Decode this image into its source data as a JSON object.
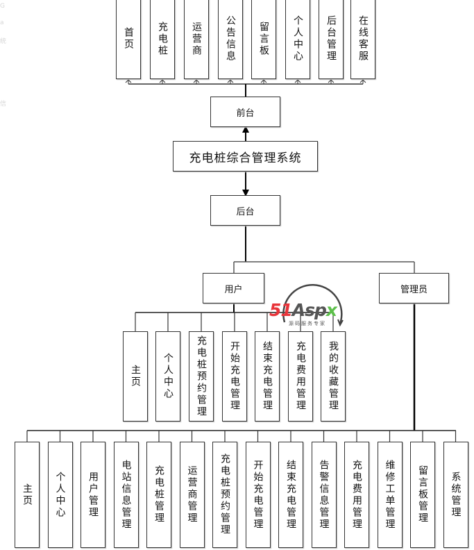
{
  "diagram": {
    "title": "充电桩综合管理系统",
    "front": {
      "label": "前台",
      "children": [
        "首页",
        "充电桩",
        "运营商",
        "公告信息",
        "留言板",
        "个人中心",
        "后台管理",
        "在线客服"
      ]
    },
    "back": {
      "label": "后台",
      "roles": [
        {
          "label": "用户",
          "children": [
            "主页",
            "个人中心",
            "充电桩预约管理",
            "开始充电管理",
            "结束充电管理",
            "充电费用管理",
            "我的收藏管理"
          ]
        },
        {
          "label": "管理员",
          "children": [
            "主页",
            "个人中心",
            "用户管理",
            "电站信息管理",
            "充电桩管理",
            "运营商管理",
            "充电桩预约管理",
            "开始充电管理",
            "结束充电管理",
            "告警信息管理",
            "充电费用管理",
            "维修工单管理",
            "留言板管理",
            "系统管理"
          ]
        }
      ]
    }
  },
  "watermark": {
    "logo_part1": "51",
    "logo_part2": "Asp",
    "logo_part3": "x",
    "subtitle": "源码服务专家",
    "colors": {
      "red": "#e8343a",
      "gray": "#555555",
      "green": "#5cbf4a",
      "ring": "#444444"
    }
  },
  "edge_artifacts": [
    "G",
    "a",
    "统",
    "信"
  ]
}
